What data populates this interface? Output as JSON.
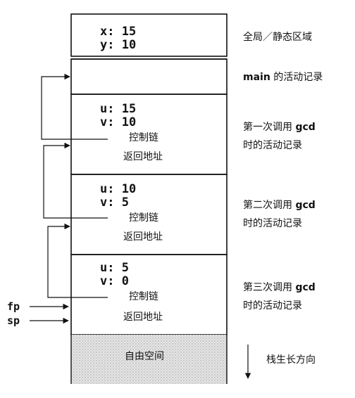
{
  "frames": {
    "global": {
      "vars": [
        "x: 15",
        "y: 10"
      ],
      "label": "全局／静态区域"
    },
    "main": {
      "label_bold": "main",
      "label_rest": " 的活动记录"
    },
    "gcd1": {
      "vars": [
        "u: 15",
        "v: 10"
      ],
      "control_link": "控制链",
      "return_addr": "返回地址",
      "label_line1": "第一次调用 ",
      "label_bold": "gcd",
      "label_line2": "时的活动记录"
    },
    "gcd2": {
      "vars": [
        "u: 10",
        "v: 5"
      ],
      "control_link": "控制链",
      "return_addr": "返回地址",
      "label_line1": "第二次调用 ",
      "label_bold": "gcd",
      "label_line2": "时的活动记录"
    },
    "gcd3": {
      "vars": [
        "u: 5",
        "v: 0"
      ],
      "control_link": "控制链",
      "return_addr": "返回地址",
      "label_line1": "第三次调用 ",
      "label_bold": "gcd",
      "label_line2": "时的活动记录"
    },
    "free": {
      "label": "自由空间"
    }
  },
  "pointers": {
    "fp": "fp",
    "sp": "sp"
  },
  "growth": {
    "label": "栈生长方向"
  }
}
